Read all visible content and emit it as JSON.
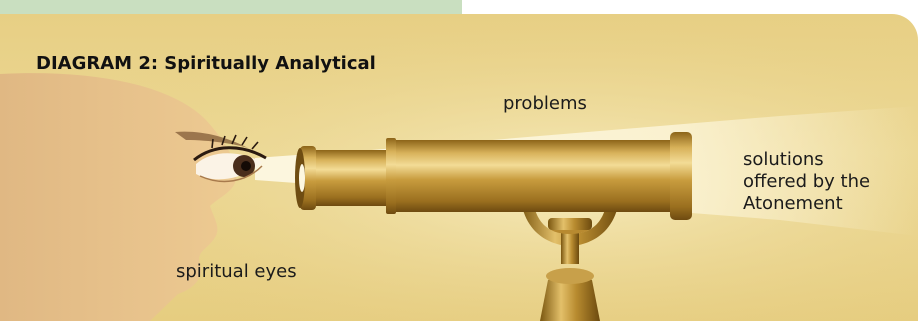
{
  "diagram": {
    "title": "DIAGRAM 2: Spiritually Analytical",
    "labels": {
      "problems": "problems",
      "solutions": [
        "solutions",
        "offered by the",
        "Atonement"
      ],
      "eyes": "spiritual eyes"
    }
  },
  "colors": {
    "tab": "#c9dfc0",
    "background": "#e8d088",
    "brass": "#c49a3c",
    "light_beam": "#fbf6df"
  },
  "icons": {
    "eye": "eye-illustration",
    "telescope": "telescope-illustration"
  }
}
